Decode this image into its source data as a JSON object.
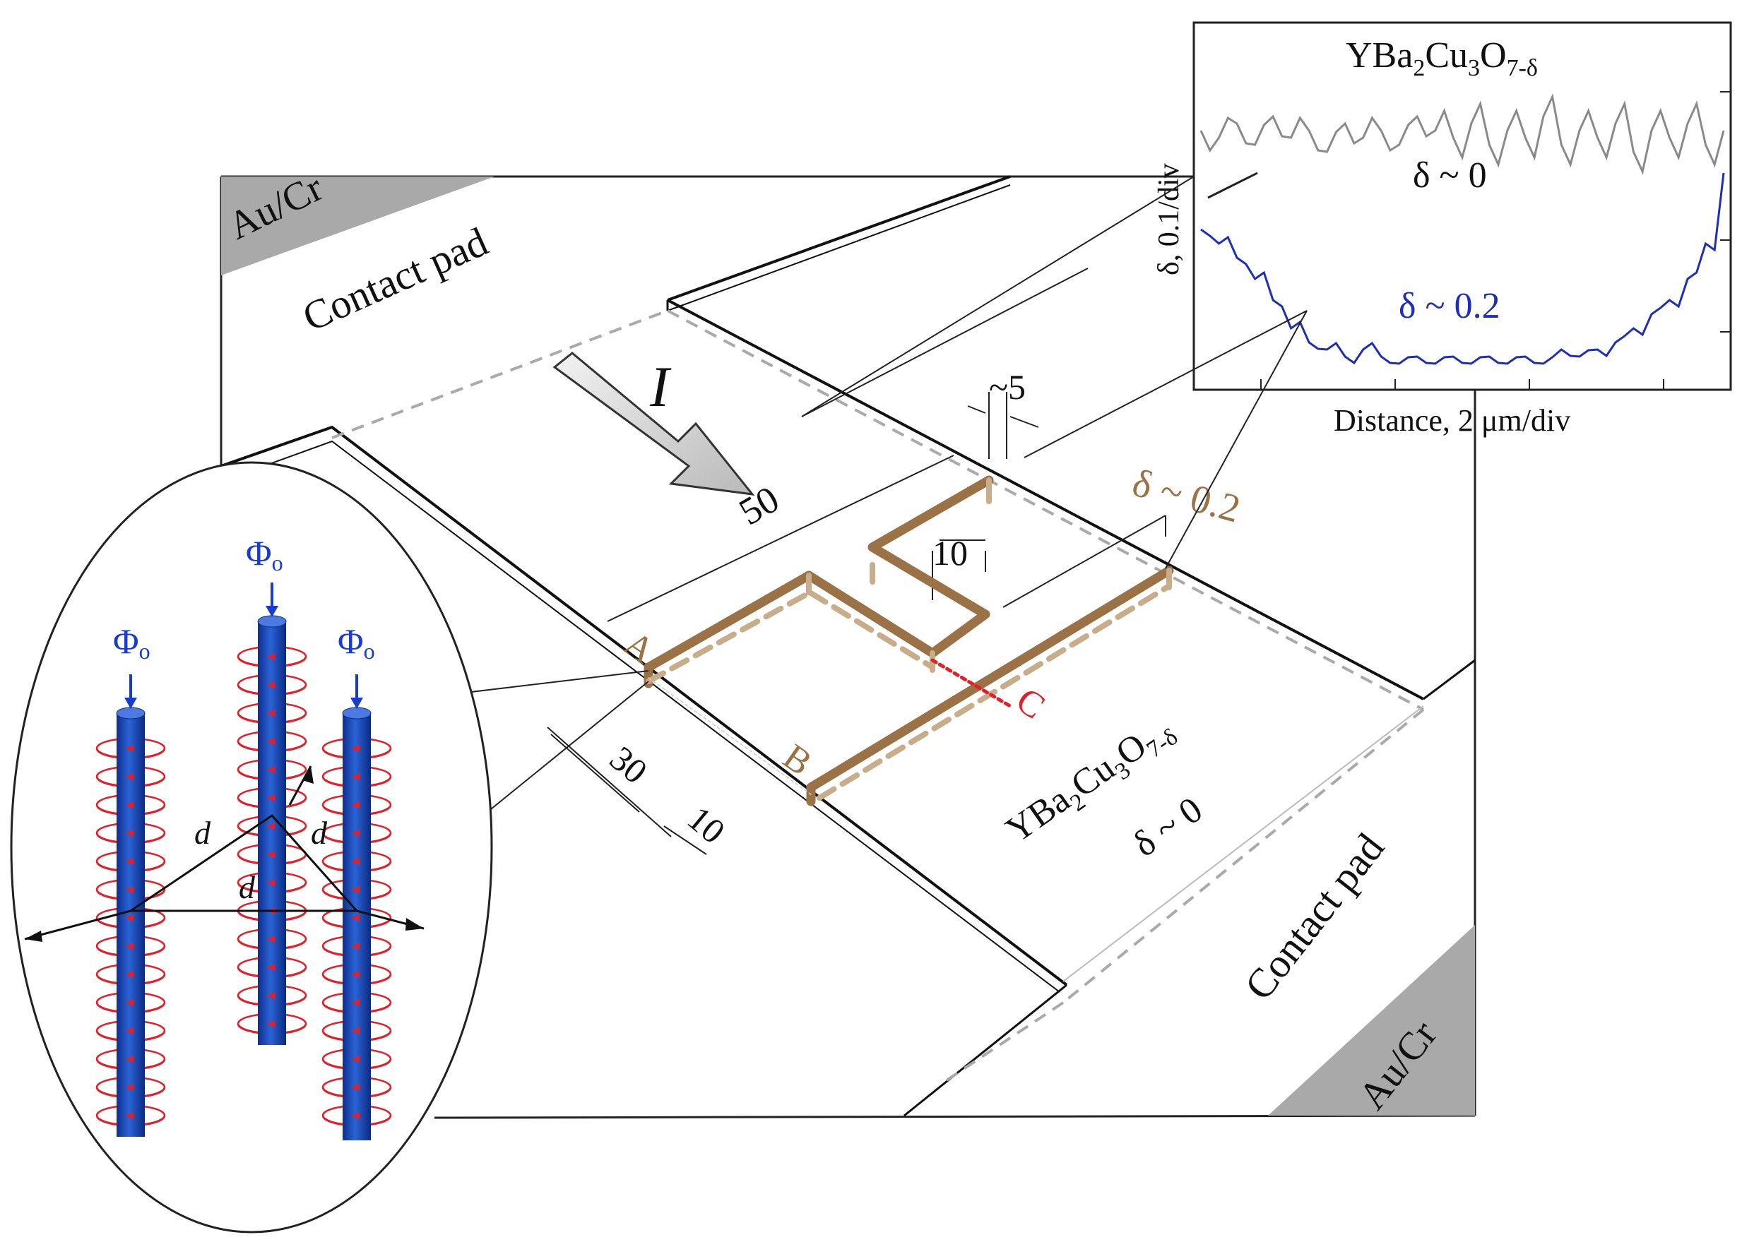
{
  "figure": {
    "pads": {
      "top_metal": "Au/Cr",
      "top_pad": "Contact pad",
      "bottom_metal": "Au/Cr",
      "bottom_pad": "Contact pad"
    },
    "current_label": "I",
    "dimensions": {
      "gap": "~5",
      "width": "50",
      "loop": "10",
      "ab": "30",
      "b_edge": "10"
    },
    "points": {
      "a": "A",
      "b": "B",
      "c": "C"
    },
    "loop_delta": "δ ~ 0.2",
    "film": {
      "formula_main": "YBa",
      "sub1": "2",
      "mid": "Cu",
      "sub2": "3",
      "o": "O",
      "sub3": "7-δ",
      "delta": "δ ~ 0"
    },
    "inset_plot": {
      "title_main": "YBa",
      "title_sub1": "2",
      "title_mid": "Cu",
      "title_sub2": "3",
      "title_o": "O",
      "title_sub3": "7-δ",
      "upper_label": "δ ~ 0",
      "lower_label": "δ ~ 0.2",
      "ylabel": "δ, 0.1/div",
      "xlabel": "Distance, 2 μm/div"
    },
    "vortex": {
      "flux": "Φ",
      "flux_sub": "o",
      "distance": "d"
    },
    "colors": {
      "bronze": "#9a7245",
      "blue_curve": "#1f2fb5",
      "gray_curve": "#8a8a8a",
      "metal": "#a9a9a9",
      "vortex_blue": "#1a46b8",
      "ring_red": "#e0202a"
    }
  },
  "chart_data": {
    "type": "line",
    "title": "YBa2Cu3O7-δ",
    "xlabel": "Distance, 2 μm/div",
    "ylabel": "δ, 0.1/div",
    "series": [
      {
        "name": "δ ~ 0",
        "values": [
          0.36,
          0.35,
          0.37,
          0.34,
          0.38,
          0.35,
          0.36,
          0.33,
          0.37,
          0.35,
          0.36,
          0.34,
          0.38,
          0.36,
          0.35,
          0.37,
          0.34,
          0.36,
          0.35,
          0.38,
          0.34,
          0.36,
          0.35,
          0.37,
          0.33,
          0.36,
          0.35,
          0.37,
          0.34,
          0.36
        ]
      },
      {
        "name": "δ ~ 0.2",
        "values": [
          0.22,
          0.2,
          0.18,
          0.15,
          0.12,
          0.08,
          0.06,
          0.05,
          0.04,
          0.05,
          0.04,
          0.03,
          0.04,
          0.03,
          0.04,
          0.03,
          0.04,
          0.03,
          0.04,
          0.03,
          0.05,
          0.04,
          0.05,
          0.06,
          0.08,
          0.1,
          0.12,
          0.15,
          0.2,
          0.3
        ]
      }
    ]
  }
}
